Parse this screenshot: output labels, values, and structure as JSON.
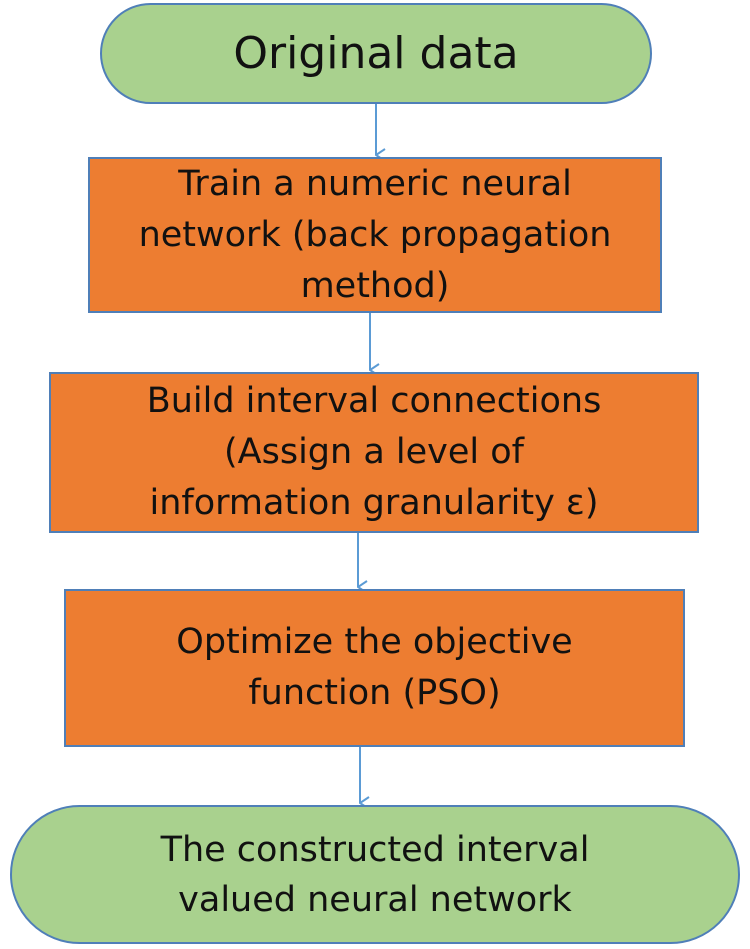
{
  "nodes": {
    "start": {
      "lines": [
        "Original data"
      ]
    },
    "step1": {
      "lines": [
        "Train a numeric neural",
        "network (back propagation",
        "method)"
      ]
    },
    "step2": {
      "lines": [
        "Build interval connections",
        "(Assign a level of",
        "information granularity ε)"
      ]
    },
    "step3": {
      "lines": [
        "Optimize the objective",
        "function (PSO)"
      ]
    },
    "end": {
      "lines": [
        "The constructed interval",
        "valued neural network"
      ]
    }
  },
  "colors": {
    "terminal_fill": "#a9d18e",
    "process_fill": "#ed7d31",
    "outline": "#4f7fb8",
    "arrow": "#5b9bd5"
  }
}
